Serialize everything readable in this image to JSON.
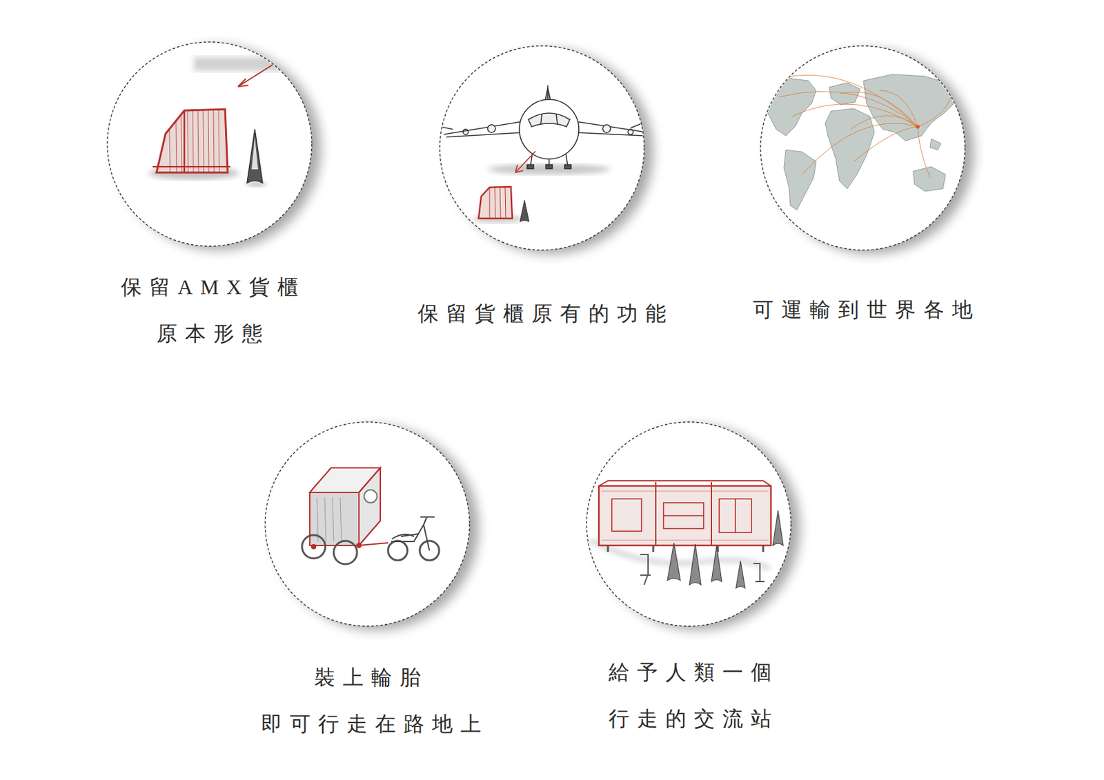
{
  "diagram": {
    "labels": [
      "保留AMX貨櫃 原本形態",
      "保留貨櫃原有的功能",
      "可運輸到世界各地",
      "裝上輪胎 即可行走在路地上",
      "給予人類一個 行走的交流站"
    ]
  }
}
